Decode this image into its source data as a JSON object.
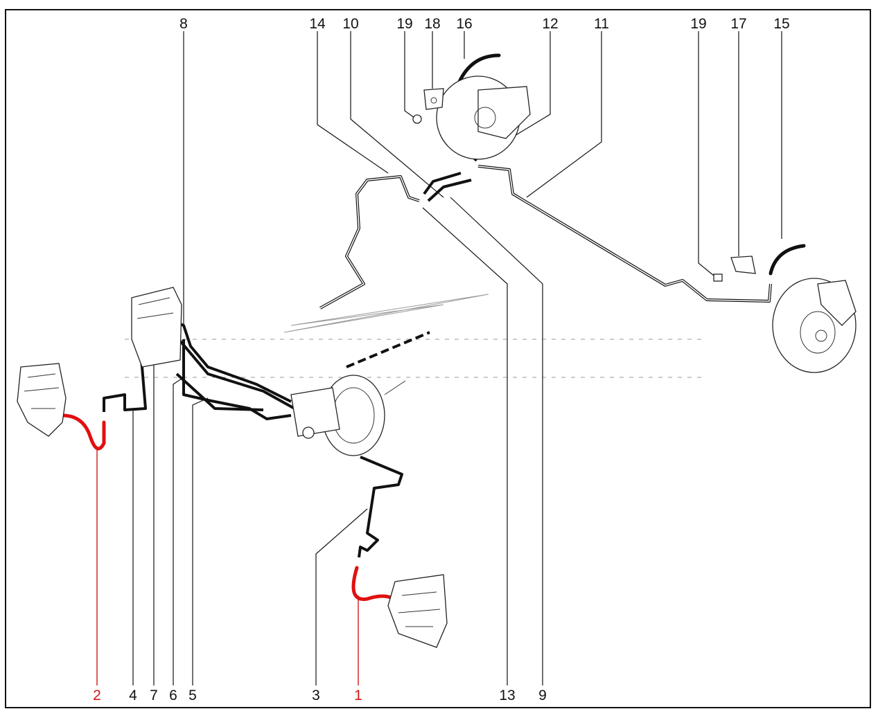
{
  "diagram": {
    "title": "Brake lines layout",
    "top_labels": [
      "8",
      "14",
      "10",
      "19",
      "18",
      "16",
      "12",
      "11",
      "19",
      "17",
      "15"
    ],
    "bottom_labels": [
      "2",
      "4",
      "7",
      "6",
      "5",
      "3",
      "1",
      "13",
      "9"
    ],
    "highlight_color": "#d01818",
    "highlighted_parts": [
      "1",
      "2"
    ]
  }
}
